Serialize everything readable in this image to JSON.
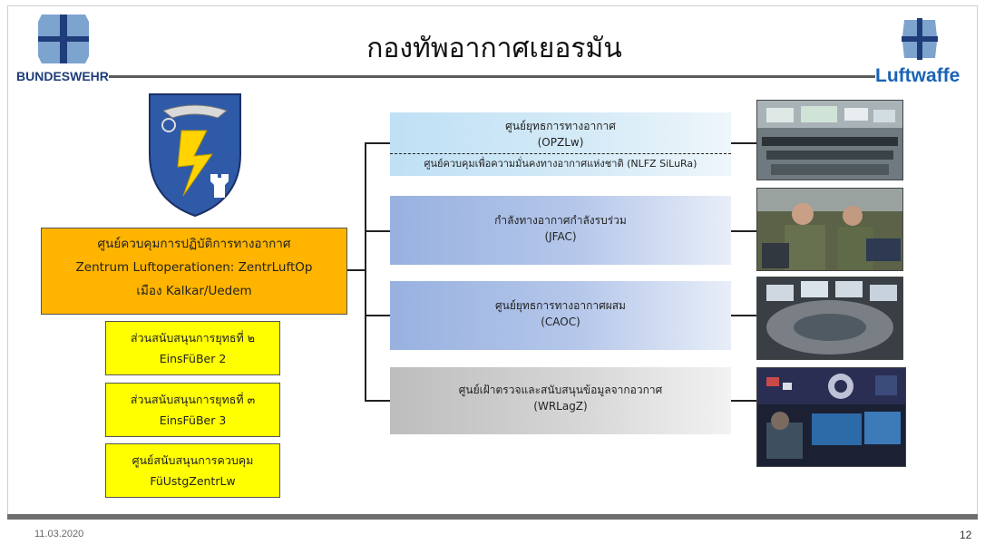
{
  "header": {
    "title": "กองทัพอากาศเยอรมัน",
    "left_logo_text": "BUNDESWEHR",
    "right_logo_text": "Luftwaffe"
  },
  "left_column": {
    "main_box": {
      "line1": "ศูนย์ควบคุมการปฏิบัติการทางอากาศ",
      "line2": "Zentrum Luftoperationen: ZentrLuftOp",
      "line3": "เมือง Kalkar/Uedem"
    },
    "sub_boxes": [
      {
        "line1": "ส่วนสนับสนุนการยุทธที่ ๒",
        "line2": "EinsFüBer 2"
      },
      {
        "line1": "ส่วนสนับสนุนการยุทธที่ ๓",
        "line2": "EinsFüBer 3"
      },
      {
        "line1": "ศูนย์สนับสนุนการควบคุม",
        "line2": "FüUstgZentrLw"
      }
    ]
  },
  "right_column": {
    "units": [
      {
        "line1": "ศูนย์ยุทธการทางอากาศ",
        "line2": "(OPZLw)",
        "line3": "ศูนย์ควบคุมเพื่อความมั่นคงทางอากาศแห่งชาติ (NLFZ SiLuRa)"
      },
      {
        "line1": "กำลังทางอากาศกำลังรบร่วม",
        "line2": "(JFAC)"
      },
      {
        "line1": "ศูนย์ยุทธการทางอากาศผสม",
        "line2": "(CAOC)"
      },
      {
        "line1": "ศูนย์เฝ้าตรวจและสนับสนุนข้อมูลจากอวกาศ",
        "line2": "(WRLagZ)"
      }
    ]
  },
  "footer": {
    "date": "11.03.2020",
    "page": "12"
  },
  "colors": {
    "orange": "#ffb400",
    "yellow": "#ffff00",
    "blue": "#a9bfe6",
    "grey": "#cfcfcf",
    "luftwaffe": "#1a63b5"
  },
  "icons": [
    "bundeswehr-cross-icon",
    "luftwaffe-cross-icon",
    "zentrluftop-crest-icon"
  ]
}
